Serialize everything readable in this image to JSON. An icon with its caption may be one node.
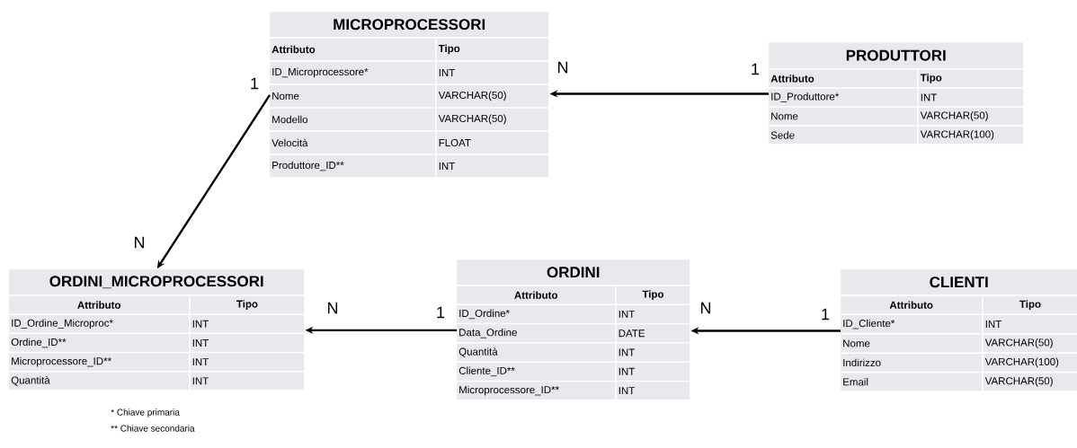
{
  "diagram": {
    "nodes": [
      {
        "text": [
          "MICROPROCESSORI",
          "Attributo",
          "Tipo",
          "ID_Microprocessore*",
          "INT",
          "Nome",
          "VARCHAR(50)",
          "Modello",
          "VARCHAR(50)",
          "Velocità",
          "FLOAT",
          "Produttore_ID**",
          "INT"
        ]
      },
      {
        "text": [
          "PRODUTTORI",
          "Attributo",
          "Tipo",
          "ID_Produttore*",
          "INT",
          "Nome",
          "VARCHAR(50)",
          "Sede",
          "VARCHAR(100)"
        ]
      },
      {
        "text": [
          "ORDINI_MICROPROCESSORI",
          "Attributo",
          "Tipo",
          "ID_Ordine_Microproc*",
          "INT",
          "Ordine_ID**",
          "INT",
          "Microprocessore_ID**",
          "INT",
          "Quantità",
          "INT"
        ]
      },
      {
        "text": [
          "ORDINI",
          "Attributo",
          "Tipo",
          "ID_Ordine*",
          "INT",
          "Data_Ordine",
          "DATE",
          "Quantità",
          "INT",
          "Cliente_ID**",
          "INT",
          "Microprocessore_ID**",
          "INT"
        ]
      },
      {
        "text": [
          "CLIENTI",
          "Attributo",
          "Tipo",
          "ID_Cliente*",
          "INT",
          "Nome",
          "VARCHAR(50)",
          "Indirizzo",
          "VARCHAR(100)",
          "Email",
          "VARCHAR(50)"
        ]
      }
    ],
    "edges": [
      {
        "from": 1,
        "to": 0,
        "arrow": "to"
      },
      {
        "from": 0,
        "to": 2,
        "arrow": "to"
      },
      {
        "from": 3,
        "to": 2,
        "arrow": "to"
      },
      {
        "from": 4,
        "to": 3,
        "arrow": "to"
      }
    ],
    "labels": [
      "N",
      "1",
      "1",
      "N",
      "N",
      "1",
      "N",
      "1",
      "* Chiave primaria",
      "** Chiave secondaria"
    ]
  }
}
